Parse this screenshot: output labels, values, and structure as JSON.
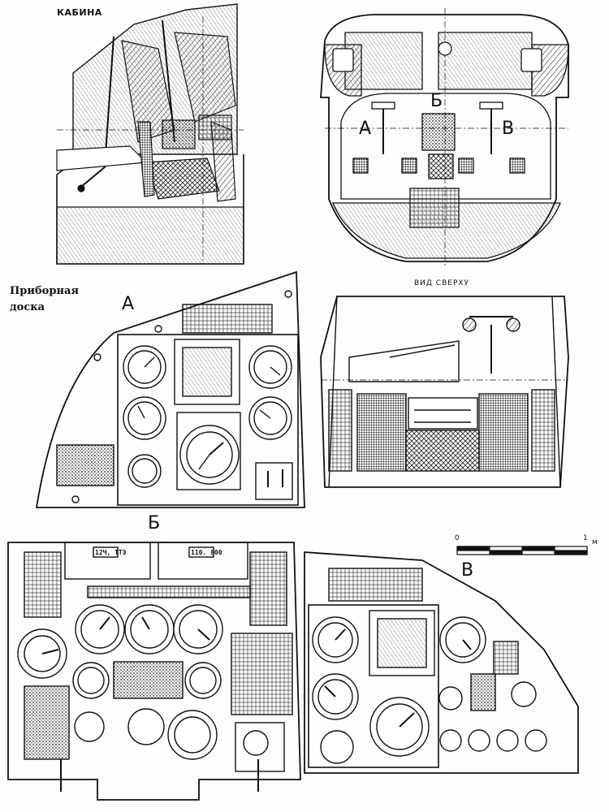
{
  "labels": {
    "cabin": "КАБИНА",
    "dashboard_line1": "Приборная",
    "dashboard_line2": "доска",
    "top_view": "ВИД СВЕРХУ",
    "panel_a": "А",
    "panel_b": "Б",
    "panel_v": "В",
    "cross_a": "А",
    "cross_b": "Б",
    "cross_v": "В",
    "scale_start": "0",
    "scale_end": "1",
    "scale_unit": "м",
    "display_left": "12Ч, ТТЭ",
    "display_right": "110. 800"
  }
}
